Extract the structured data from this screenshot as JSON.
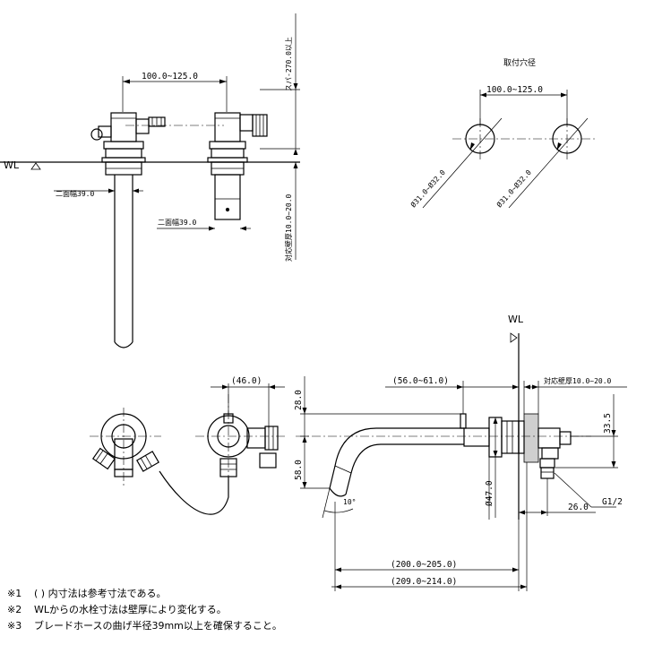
{
  "dimensions": {
    "top_spacing": "100.0~125.0",
    "spout_reach_vertical": "スパ-270.0以上",
    "width_across_flats_left": "二面幅39.0",
    "width_across_flats_right": "二面幅39.0",
    "wall_thickness_vertical": "対応壁厚10.0~20.0",
    "hole_title": "取付穴径",
    "hole_spacing": "100.0~125.0",
    "hole_dia_left": "Ø31.0~Ø32.0",
    "hole_dia_right": "Ø31.0~Ø32.0",
    "plan_46": "(46.0)",
    "side_28": "28.0",
    "side_58": "58.0",
    "side_56_61": "(56.0~61.0)",
    "side_wall_thickness": "対応壁厚10.0~20.0",
    "side_33_5": "33.5",
    "side_47": "Ø47.0",
    "side_26": "26.0",
    "side_g12": "G1/2",
    "side_angle": "10°",
    "side_200_205": "(200.0~205.0)",
    "side_209_214": "(209.0~214.0)"
  },
  "labels": {
    "wl_left": "WL",
    "wl_right": "WL"
  },
  "notes": [
    {
      "mark": "※1",
      "text": "( ) 内寸法は参考寸法である。"
    },
    {
      "mark": "※2",
      "text": "WLからの水栓寸法は壁厚により変化する。"
    },
    {
      "mark": "※3",
      "text": "ブレードホースの曲げ半径39mm以上を確保すること。"
    }
  ]
}
